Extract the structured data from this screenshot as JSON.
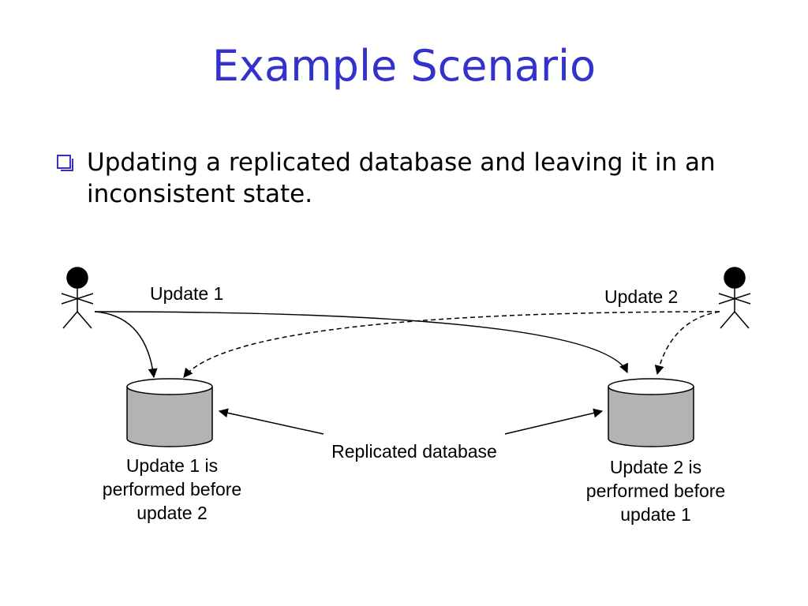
{
  "slide": {
    "title": "Example Scenario",
    "bullet": "Updating a replicated database and leaving it in an inconsistent state."
  },
  "diagram": {
    "left_client_update": "Update 1",
    "right_client_update": "Update 2",
    "database_label": "Replicated database",
    "left_caption": [
      "Update 1 is",
      "performed before",
      "update 2"
    ],
    "right_caption": [
      "Update 2 is",
      "performed before",
      "update 1"
    ],
    "colors": {
      "database_fill": "#b3b3b3",
      "stroke": "#000000",
      "title": "#3333cc"
    }
  }
}
